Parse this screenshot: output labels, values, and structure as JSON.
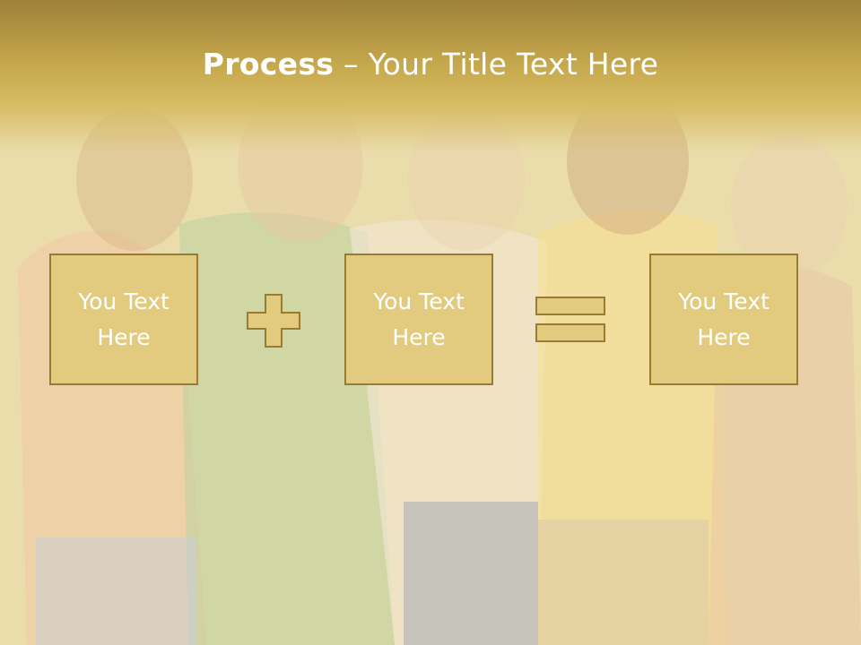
{
  "slide": {
    "title_bold": "Process",
    "title_rest": " – Your Title Text Here",
    "boxes": [
      "You Text\nHere",
      "You Text\nHere",
      "You Text\nHere"
    ],
    "operators": [
      "plus-icon",
      "equals-icon"
    ],
    "colors": {
      "header": "#c8aa4e",
      "box_fill": "#e2cb7f",
      "box_border": "#9a7b32",
      "text": "#ffffff"
    }
  }
}
